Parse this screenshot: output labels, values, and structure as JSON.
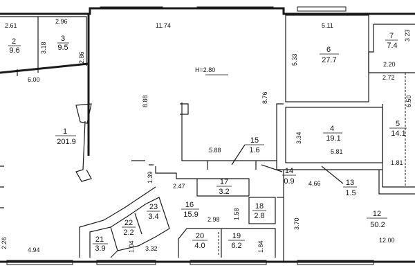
{
  "plan": {
    "height_label": "H=2.80",
    "rooms": [
      {
        "num": "1",
        "area": "201.9"
      },
      {
        "num": "2",
        "area": "9.6"
      },
      {
        "num": "3",
        "area": "9.5"
      },
      {
        "num": "4",
        "area": "19.1"
      },
      {
        "num": "5",
        "area": "14.1"
      },
      {
        "num": "6",
        "area": "27.7"
      },
      {
        "num": "7",
        "area": "7.4"
      },
      {
        "num": "12",
        "area": "50.2"
      },
      {
        "num": "13",
        "area": "1.5"
      },
      {
        "num": "14",
        "area": "0.9"
      },
      {
        "num": "15",
        "area": "1.6"
      },
      {
        "num": "16",
        "area": "15.9"
      },
      {
        "num": "17",
        "area": "3.2"
      },
      {
        "num": "18",
        "area": "2.8"
      },
      {
        "num": "19",
        "area": "6.2"
      },
      {
        "num": "20",
        "area": "4.0"
      },
      {
        "num": "21",
        "area": "3.9"
      },
      {
        "num": "22",
        "area": "2.2"
      },
      {
        "num": "23",
        "area": "3.4"
      }
    ],
    "dimensions": [
      "2.61",
      "2.96",
      "3.18",
      "2.86",
      "11.74",
      "5.11",
      "3.23",
      "6.00",
      "8.88",
      "8.76",
      "5.33",
      "2.20",
      "2.72",
      "6.50",
      "3.34",
      "5.81",
      "5.88",
      "1.81",
      "4.66",
      "1.39",
      "2.47",
      "2.26",
      "4.94",
      "3.32",
      "1.04",
      "1.58",
      "2.98",
      "1.84",
      "3.70",
      "12.00"
    ]
  }
}
